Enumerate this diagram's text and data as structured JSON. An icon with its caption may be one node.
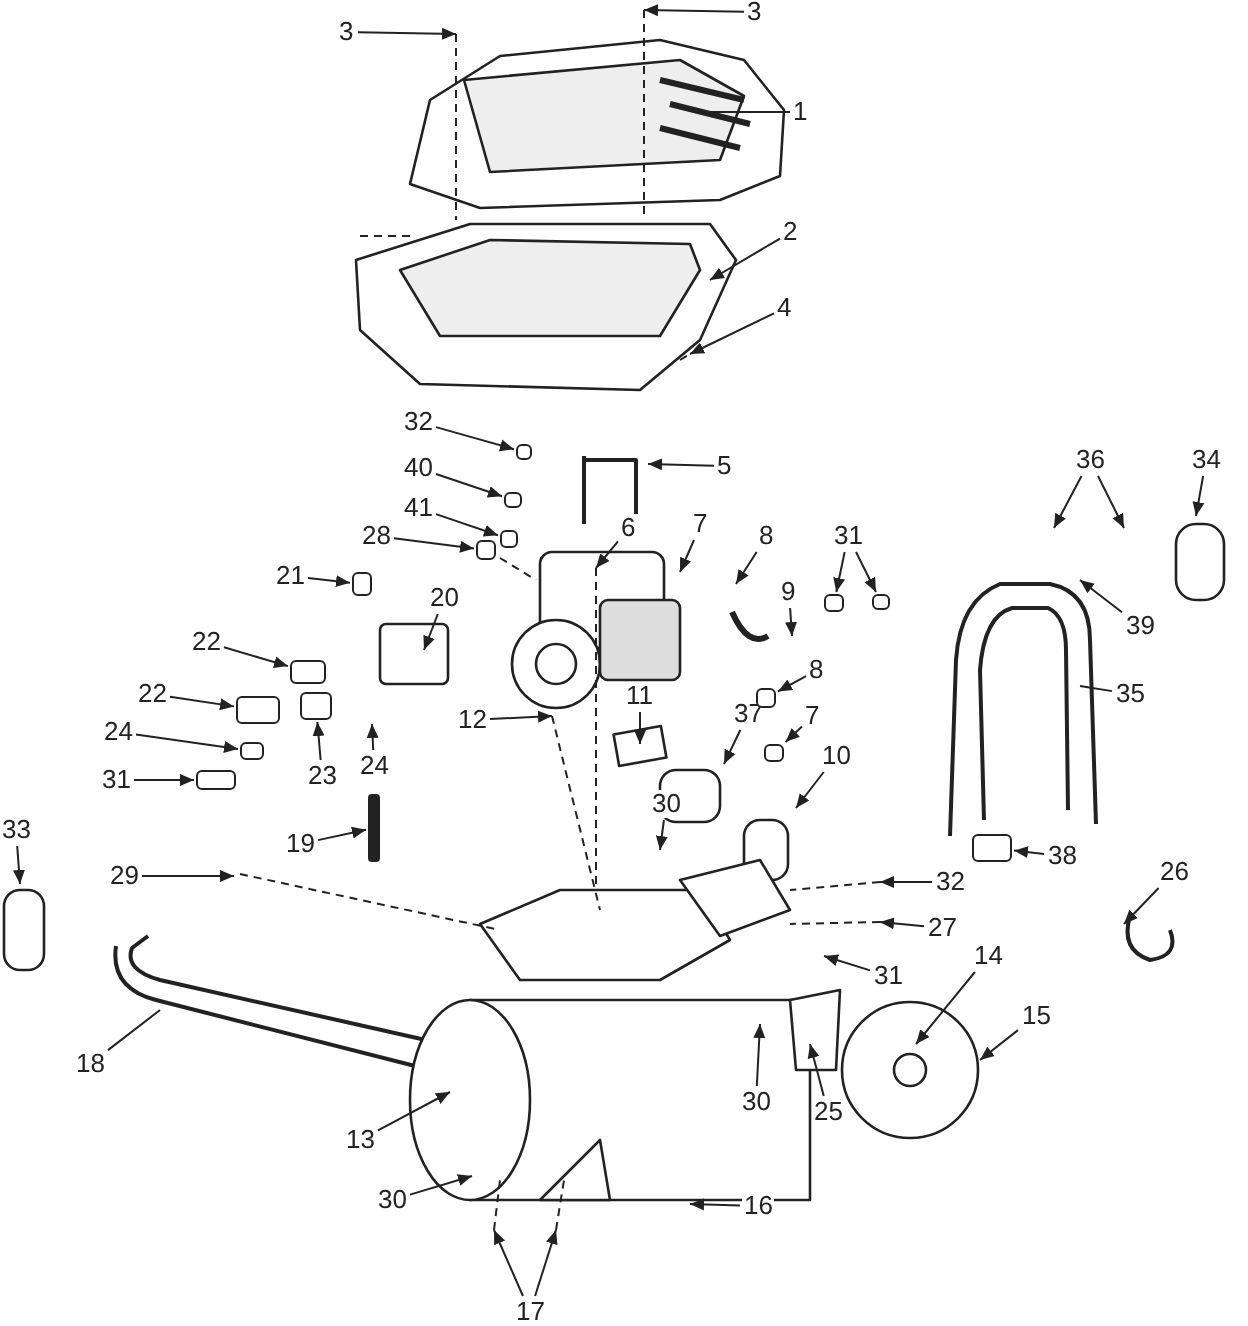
{
  "diagram": {
    "nodes": [
      {
        "text": [
          "3"
        ]
      },
      {
        "text": [
          "3"
        ]
      },
      {
        "text": [
          "1"
        ]
      },
      {
        "text": [
          "2"
        ]
      },
      {
        "text": [
          "4"
        ]
      },
      {
        "text": [
          "32"
        ]
      },
      {
        "text": [
          "5"
        ]
      },
      {
        "text": [
          "40"
        ]
      },
      {
        "text": [
          "6"
        ]
      },
      {
        "text": [
          "7"
        ]
      },
      {
        "text": [
          "8"
        ]
      },
      {
        "text": [
          "31"
        ]
      },
      {
        "text": [
          "36"
        ]
      },
      {
        "text": [
          "34"
        ]
      },
      {
        "text": [
          "41"
        ]
      },
      {
        "text": [
          "28"
        ]
      },
      {
        "text": [
          "21"
        ]
      },
      {
        "text": [
          "20"
        ]
      },
      {
        "text": [
          "39"
        ]
      },
      {
        "text": [
          "9"
        ]
      },
      {
        "text": [
          "22"
        ]
      },
      {
        "text": [
          "35"
        ]
      },
      {
        "text": [
          "8"
        ]
      },
      {
        "text": [
          "22"
        ]
      },
      {
        "text": [
          "12"
        ]
      },
      {
        "text": [
          "11"
        ]
      },
      {
        "text": [
          "37"
        ]
      },
      {
        "text": [
          "7"
        ]
      },
      {
        "text": [
          "24"
        ]
      },
      {
        "text": [
          "23"
        ]
      },
      {
        "text": [
          "24"
        ]
      },
      {
        "text": [
          "31"
        ]
      },
      {
        "text": [
          "10"
        ]
      },
      {
        "text": [
          "19"
        ]
      },
      {
        "text": [
          "33"
        ]
      },
      {
        "text": [
          "30"
        ]
      },
      {
        "text": [
          "38"
        ]
      },
      {
        "text": [
          "29"
        ]
      },
      {
        "text": [
          "32"
        ]
      },
      {
        "text": [
          "26"
        ]
      },
      {
        "text": [
          "27"
        ]
      },
      {
        "text": [
          "31"
        ]
      },
      {
        "text": [
          "14"
        ]
      },
      {
        "text": [
          "18"
        ]
      },
      {
        "text": [
          "15"
        ]
      },
      {
        "text": [
          "13"
        ]
      },
      {
        "text": [
          "30"
        ]
      },
      {
        "text": [
          "25"
        ]
      },
      {
        "text": [
          "30"
        ]
      },
      {
        "text": [
          "16"
        ]
      },
      {
        "text": [
          "17"
        ]
      },
      {
        "text": [],
        "shape": "box"
      },
      {
        "text": [],
        "shape": "box"
      },
      {
        "text": [],
        "shape": "box"
      },
      {
        "text": [],
        "shape": "box"
      },
      {
        "text": [],
        "shape": "box"
      },
      {
        "text": [],
        "shape": "box"
      },
      {
        "text": [],
        "shape": "box"
      },
      {
        "text": [],
        "shape": "bar"
      },
      {
        "text": [],
        "shape": "box"
      },
      {
        "text": [],
        "shape": "box"
      },
      {
        "text": [],
        "shape": "box"
      },
      {
        "text": [],
        "shape": "box"
      },
      {
        "text": [],
        "shape": "box"
      },
      {
        "text": [],
        "shape": "box"
      },
      {
        "text": [],
        "shape": "box"
      },
      {
        "text": [],
        "shape": "box"
      }
    ],
    "edges": [
      {
        "from": 0,
        "to": null,
        "arrow": "to"
      },
      {
        "from": 1,
        "to": null,
        "arrow": "to"
      },
      {
        "from": 2,
        "to": null,
        "arrow": "none"
      },
      {
        "from": 3,
        "to": null,
        "arrow": "to"
      },
      {
        "from": 4,
        "to": null,
        "arrow": "to"
      },
      {
        "from": 5,
        "to": 66,
        "arrow": "to"
      },
      {
        "from": 6,
        "to": null,
        "arrow": "to"
      },
      {
        "from": 7,
        "to": 60,
        "arrow": "to"
      },
      {
        "from": 8,
        "to": null,
        "arrow": "to"
      },
      {
        "from": 9,
        "to": null,
        "arrow": "to"
      },
      {
        "from": 10,
        "to": null,
        "arrow": "to"
      },
      {
        "from": 11,
        "to": 51,
        "arrow": "to"
      },
      {
        "from": 11,
        "to": 62,
        "arrow": "to"
      },
      {
        "from": 12,
        "to": null,
        "arrow": "to"
      },
      {
        "from": 12,
        "to": null,
        "arrow": "to"
      },
      {
        "from": 13,
        "to": null,
        "arrow": "to"
      },
      {
        "from": 14,
        "to": 61,
        "arrow": "to"
      },
      {
        "from": 15,
        "to": 52,
        "arrow": "to"
      },
      {
        "from": 16,
        "to": 53,
        "arrow": "to"
      },
      {
        "from": 17,
        "to": null,
        "arrow": "to"
      },
      {
        "from": 18,
        "to": null,
        "arrow": "to"
      },
      {
        "from": 19,
        "to": null,
        "arrow": "to"
      },
      {
        "from": 20,
        "to": 63,
        "arrow": "to"
      },
      {
        "from": 21,
        "to": null,
        "arrow": "none"
      },
      {
        "from": 22,
        "to": 54,
        "arrow": "to"
      },
      {
        "from": 23,
        "to": 55,
        "arrow": "to"
      },
      {
        "from": 24,
        "to": null,
        "arrow": "to"
      },
      {
        "from": 25,
        "to": null,
        "arrow": "to"
      },
      {
        "from": 26,
        "to": null,
        "arrow": "to"
      },
      {
        "from": 27,
        "to": 56,
        "arrow": "to"
      },
      {
        "from": 28,
        "to": 64,
        "arrow": "to"
      },
      {
        "from": 29,
        "to": 57,
        "arrow": "to"
      },
      {
        "from": 30,
        "to": null,
        "arrow": "to"
      },
      {
        "from": 31,
        "to": 65,
        "arrow": "to"
      },
      {
        "from": 32,
        "to": null,
        "arrow": "to"
      },
      {
        "from": 33,
        "to": 58,
        "arrow": "to"
      },
      {
        "from": 34,
        "to": null,
        "arrow": "to"
      },
      {
        "from": 35,
        "to": null,
        "arrow": "to"
      },
      {
        "from": 36,
        "to": 59,
        "arrow": "to"
      },
      {
        "from": 37,
        "to": null,
        "arrow": "to"
      },
      {
        "from": 38,
        "to": null,
        "arrow": "to"
      },
      {
        "from": 39,
        "to": null,
        "arrow": "to"
      },
      {
        "from": 40,
        "to": null,
        "arrow": "to"
      },
      {
        "from": 41,
        "to": null,
        "arrow": "to"
      },
      {
        "from": 42,
        "to": null,
        "arrow": "to"
      },
      {
        "from": 43,
        "to": null,
        "arrow": "none"
      },
      {
        "from": 44,
        "to": null,
        "arrow": "to"
      },
      {
        "from": 45,
        "to": null,
        "arrow": "to"
      },
      {
        "from": 46,
        "to": null,
        "arrow": "to"
      },
      {
        "from": 47,
        "to": null,
        "arrow": "to"
      },
      {
        "from": 48,
        "to": null,
        "arrow": "to"
      },
      {
        "from": 49,
        "to": null,
        "arrow": "to"
      },
      {
        "from": 50,
        "to": null,
        "arrow": "to"
      },
      {
        "from": 50,
        "to": null,
        "arrow": "to"
      }
    ]
  }
}
